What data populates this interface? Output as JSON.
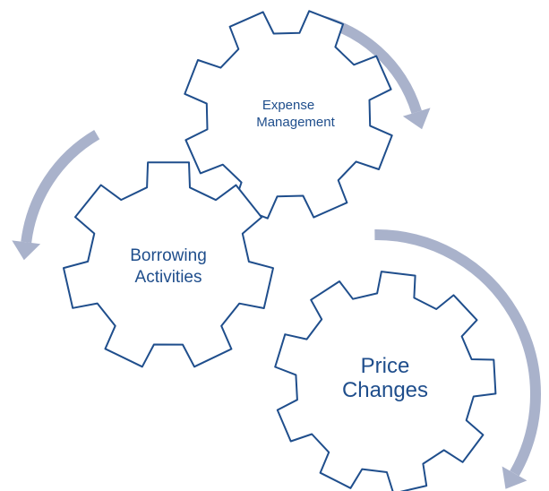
{
  "colors": {
    "gear_stroke": "#1f4e8c",
    "gear_fill": "#ffffff",
    "arrow": "#a9b2cb",
    "label_text": "#1f4e8c"
  },
  "gears": [
    {
      "id": "expense",
      "lines": [
        "Expense",
        "Management"
      ],
      "teeth": 8
    },
    {
      "id": "borrowing",
      "lines": [
        "Borrowing",
        "Activities"
      ],
      "teeth": 7
    },
    {
      "id": "price",
      "lines": [
        "Price",
        "Changes"
      ],
      "teeth": 9
    }
  ],
  "arrows": [
    {
      "id": "arrow-expense",
      "near": "expense"
    },
    {
      "id": "arrow-borrowing",
      "near": "borrowing"
    },
    {
      "id": "arrow-price",
      "near": "price"
    }
  ]
}
